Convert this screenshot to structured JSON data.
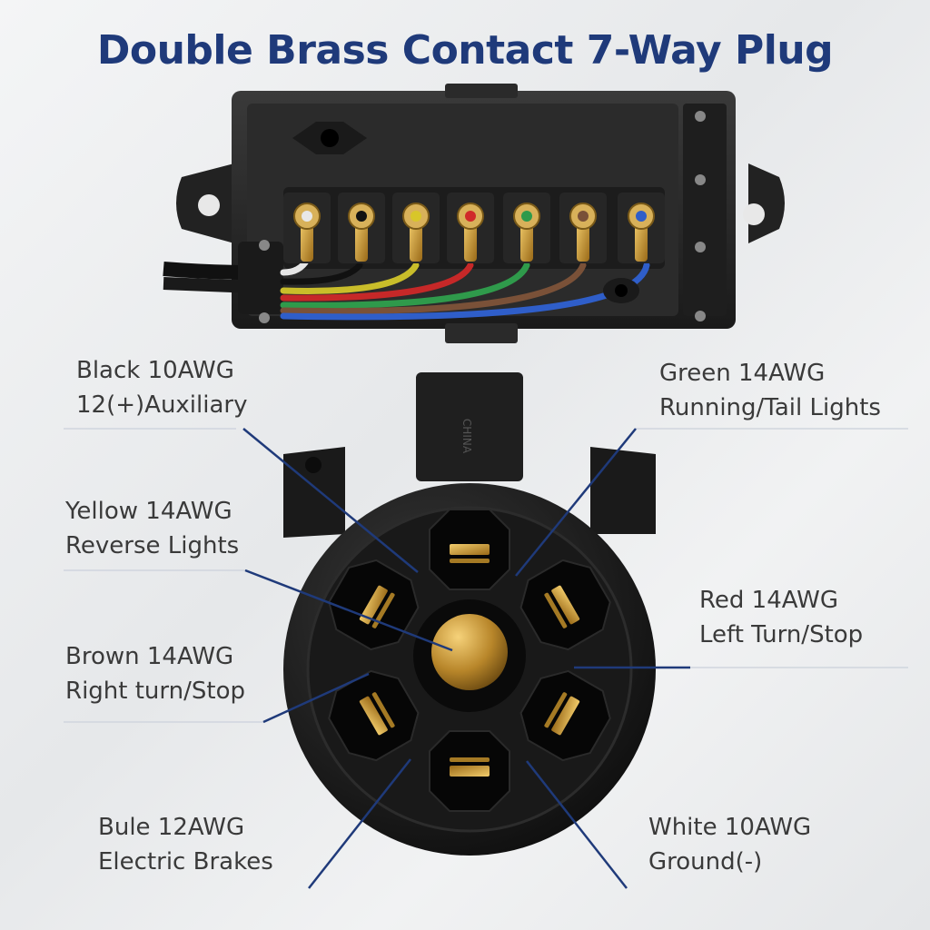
{
  "title": "Double Brass Contact 7-Way Plug",
  "plug_marking": "CHINA",
  "labels": [
    {
      "id": "black",
      "line1": "Black 10AWG",
      "line2": "12(+)Auxiliary",
      "color": "#111111"
    },
    {
      "id": "green",
      "line1": "Green 14AWG",
      "line2": "Running/Tail Lights",
      "color": "#2f9a4b"
    },
    {
      "id": "yellow",
      "line1": "Yellow 14AWG",
      "line2": "Reverse Lights",
      "color": "#d8c62a"
    },
    {
      "id": "red",
      "line1": "Red 14AWG",
      "line2": "Left Turn/Stop",
      "color": "#d02a2a"
    },
    {
      "id": "brown",
      "line1": "Brown 14AWG",
      "line2": "Right turn/Stop",
      "color": "#7a5138"
    },
    {
      "id": "blue",
      "line1": "Bule 12AWG",
      "line2": "Electric Brakes",
      "color": "#2f5ec9"
    },
    {
      "id": "white",
      "line1": "White 10AWG",
      "line2": "Ground(-)",
      "color": "#e8e8e8"
    }
  ],
  "colors": {
    "title": "#1f3a7a",
    "leader": "#1f3a7a",
    "brass": "#c89a2c",
    "body": "#1b1b1b"
  }
}
